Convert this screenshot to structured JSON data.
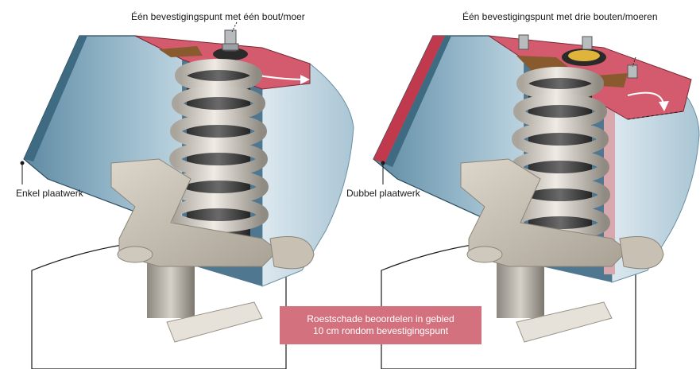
{
  "left_panel": {
    "title": "Één bevestigingspunt met één bout/moer",
    "sheet_label": "Enkel plaatwerk"
  },
  "right_panel": {
    "title": "Één bevestigingspunt met drie bouten/moeren",
    "sheet_label": "Dubbel plaatwerk"
  },
  "note": {
    "line1": "Roestschade beoordelen in gebied",
    "line2": "10 cm rondom bevestigingspunt"
  },
  "colors": {
    "sheet_metal": "#6e97ad",
    "inspection_zone": "#d35b6d",
    "note_box": "#d4717e",
    "coil_spring": "#d9d4cc",
    "suspension_arm": "#cbc4b8",
    "rust": "#8a5a2f"
  }
}
